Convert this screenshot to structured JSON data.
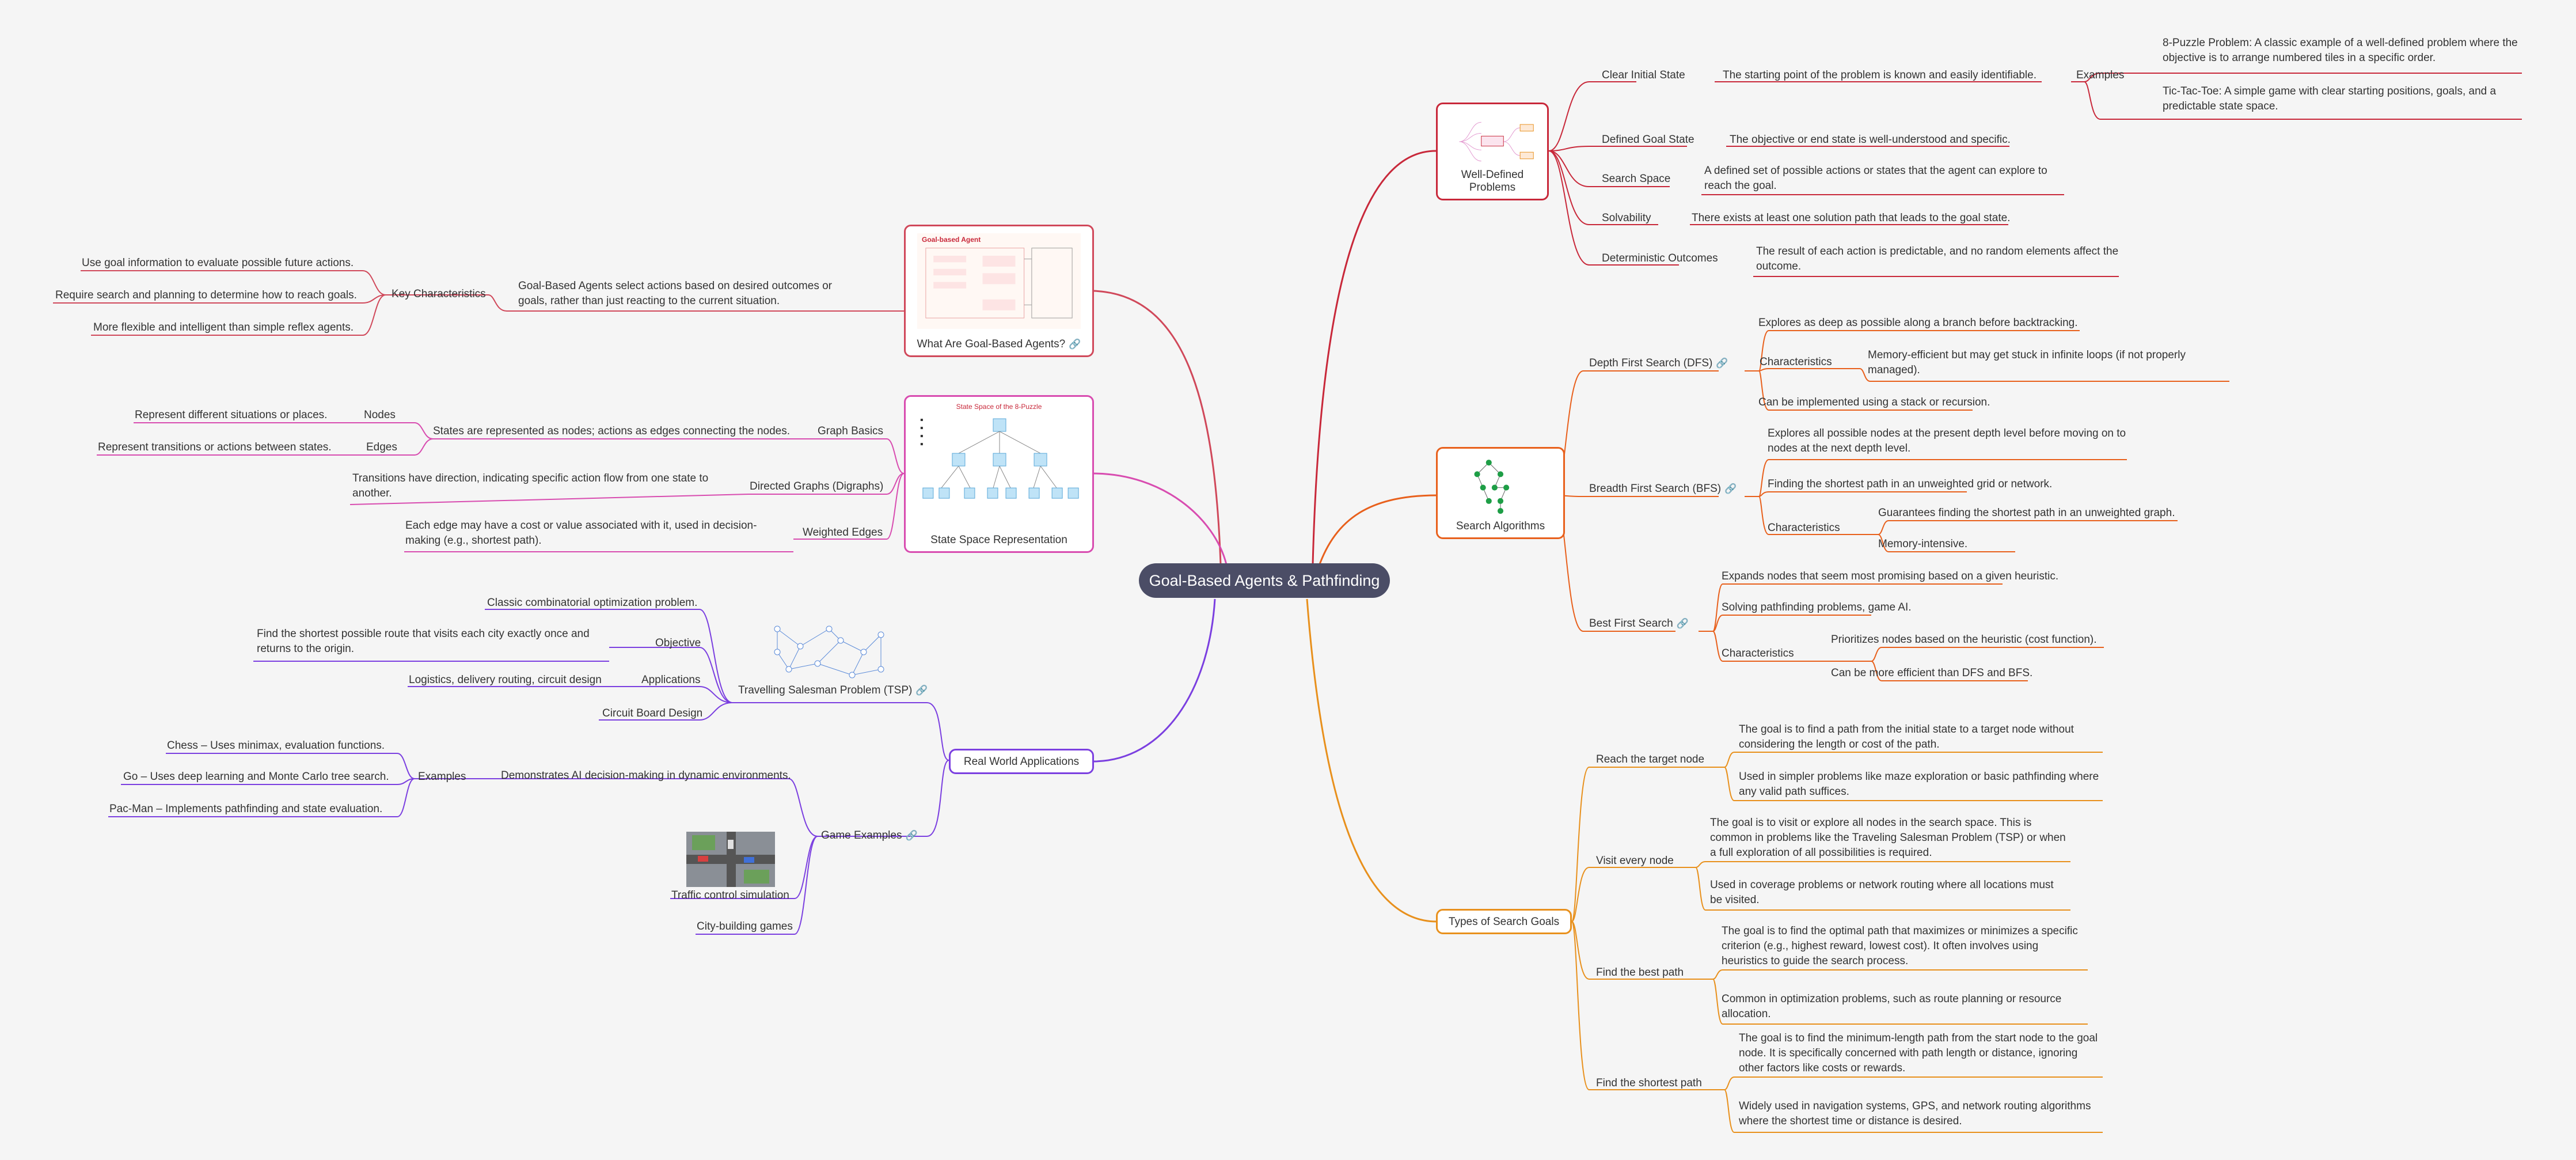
{
  "center": {
    "title": "Goal-Based Agents & Pathfinding"
  },
  "colors": {
    "center_bg": "#4b4d66",
    "wdp": "#c8283a",
    "search": "#e8601c",
    "goals": "#e8901c",
    "what": "#d0485a",
    "state": "#d84cb0",
    "apps": "#7b3fe0"
  },
  "well_defined": {
    "title": "Well-Defined Problems",
    "clear_initial": "Clear Initial State",
    "clear_initial_desc": "The starting point of the problem is known and easily identifiable.",
    "examples": "Examples",
    "ex1": "8-Puzzle Problem: A classic example of a well-defined problem where the objective is to arrange numbered tiles in a specific order.",
    "ex2": "Tic-Tac-Toe: A simple game with clear starting positions, goals, and a predictable state space.",
    "defined_goal": "Defined Goal State",
    "defined_goal_desc": "The objective or end state is well-understood and specific.",
    "search_space": "Search Space",
    "search_space_desc": "A defined set of possible actions or states that the agent can explore to reach the goal.",
    "solvability": "Solvability",
    "solvability_desc": "There exists at least one solution path that leads to the goal state.",
    "deterministic": "Deterministic Outcomes",
    "deterministic_desc": "The result of each action is predictable, and no random elements affect the outcome."
  },
  "search_algorithms": {
    "title": "Search Algorithms",
    "dfs": "Depth First Search (DFS)",
    "dfs_1": "Explores as deep as possible along a branch before backtracking.",
    "dfs_char": "Characteristics",
    "dfs_char_1": "Memory-efficient but may get stuck in infinite loops (if not properly managed).",
    "dfs_2": "Can be implemented using a stack or recursion.",
    "bfs": "Breadth First Search (BFS)",
    "bfs_1": "Explores all possible nodes at the present depth level before moving on to nodes at the next depth level.",
    "bfs_2": "Finding the shortest path in an unweighted grid or network.",
    "bfs_char": "Characteristics",
    "bfs_char_1": "Guarantees finding the shortest path in an unweighted graph.",
    "bfs_char_2": "Memory-intensive.",
    "best": "Best First Search",
    "best_1": "Expands nodes that seem most promising based on a given heuristic.",
    "best_2": "Solving pathfinding problems, game AI.",
    "best_char": "Characteristics",
    "best_char_1": "Prioritizes nodes based on the heuristic (cost function).",
    "best_char_2": "Can be more efficient than DFS and BFS."
  },
  "search_goals": {
    "title": "Types of Search Goals",
    "reach": "Reach the target node",
    "reach_1": "The goal is to find a path from the initial state to a target node without considering the length or cost of the path.",
    "reach_2": "Used in simpler problems like maze exploration or basic pathfinding where any valid path suffices.",
    "visit": "Visit every node",
    "visit_1": "The goal is to visit or explore all nodes in the search space. This is common in problems like the Traveling Salesman Problem (TSP) or when a full exploration of all possibilities is required.",
    "visit_2": "Used in coverage problems or network routing where all locations must be visited.",
    "best": "Find the best path",
    "best_1": "The goal is to find the optimal path that maximizes or minimizes a specific criterion (e.g., highest reward, lowest cost). It often involves using heuristics to guide the search process.",
    "best_2": "Common in optimization problems, such as route planning or resource allocation.",
    "short": "Find the shortest path",
    "short_1": "The goal is to find the minimum-length path from the start node to the goal node. It is specifically concerned with path length or distance, ignoring other factors like costs or rewards.",
    "short_2": "Widely used in navigation systems, GPS, and network routing algorithms where the shortest time or distance is desired."
  },
  "what_are": {
    "title": "What Are Goal-Based Agents?",
    "thumb_title": "Goal-based Agent",
    "desc": "Goal-Based Agents select actions based on desired outcomes or goals, rather than just reacting to the current situation.",
    "key": "Key Characteristics",
    "k1": "Use goal information to evaluate possible future actions.",
    "k2": "Require search and planning to determine how to reach goals.",
    "k3": "More flexible and intelligent than simple reflex agents."
  },
  "state_space": {
    "title": "State Space Representation",
    "thumb_title": "State Space of the 8-Puzzle",
    "graph_basics": "Graph Basics",
    "graph_desc": "States are represented as nodes; actions as edges connecting the nodes.",
    "nodes": "Nodes",
    "nodes_desc": "Represent different situations or places.",
    "edges": "Edges",
    "edges_desc": "Represent transitions or actions between states.",
    "directed": "Directed Graphs (Digraphs)",
    "directed_desc": "Transitions have direction, indicating specific action flow from one state to another.",
    "weighted": "Weighted Edges",
    "weighted_desc": "Each edge may have a cost or value associated with it, used in decision-making (e.g., shortest path)."
  },
  "apps": {
    "title": "Real World Applications",
    "tsp": "Travelling Salesman Problem (TSP)",
    "tsp_1": "Classic combinatorial optimization problem.",
    "objective": "Objective",
    "objective_desc": "Find the shortest possible route that visits each city exactly once and returns to the origin.",
    "applications": "Applications",
    "applications_desc": "Logistics, delivery routing, circuit design",
    "circuit": "Circuit Board Design",
    "game": "Game Examples",
    "game_desc": "Demonstrates AI decision-making in dynamic environments.",
    "examples": "Examples",
    "g1": "Chess – Uses minimax, evaluation functions.",
    "g2": "Go – Uses deep learning and Monte Carlo tree search.",
    "g3": "Pac-Man – Implements pathfinding and state evaluation.",
    "traffic": "Traffic control simulation",
    "city": "City-building games"
  },
  "icons": {
    "link": "link-icon"
  }
}
